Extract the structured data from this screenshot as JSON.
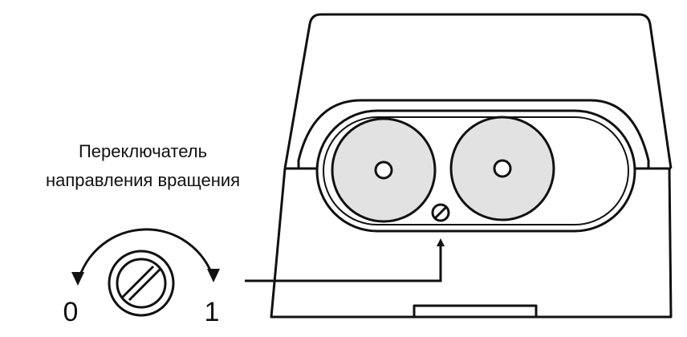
{
  "caption": {
    "line1": "Переключатель",
    "line2": "направления вращения"
  },
  "positions": {
    "left": "0",
    "right": "1"
  },
  "colors": {
    "stroke": "#111111",
    "disc_fill": "#e2e2e2",
    "background": "#ffffff"
  }
}
